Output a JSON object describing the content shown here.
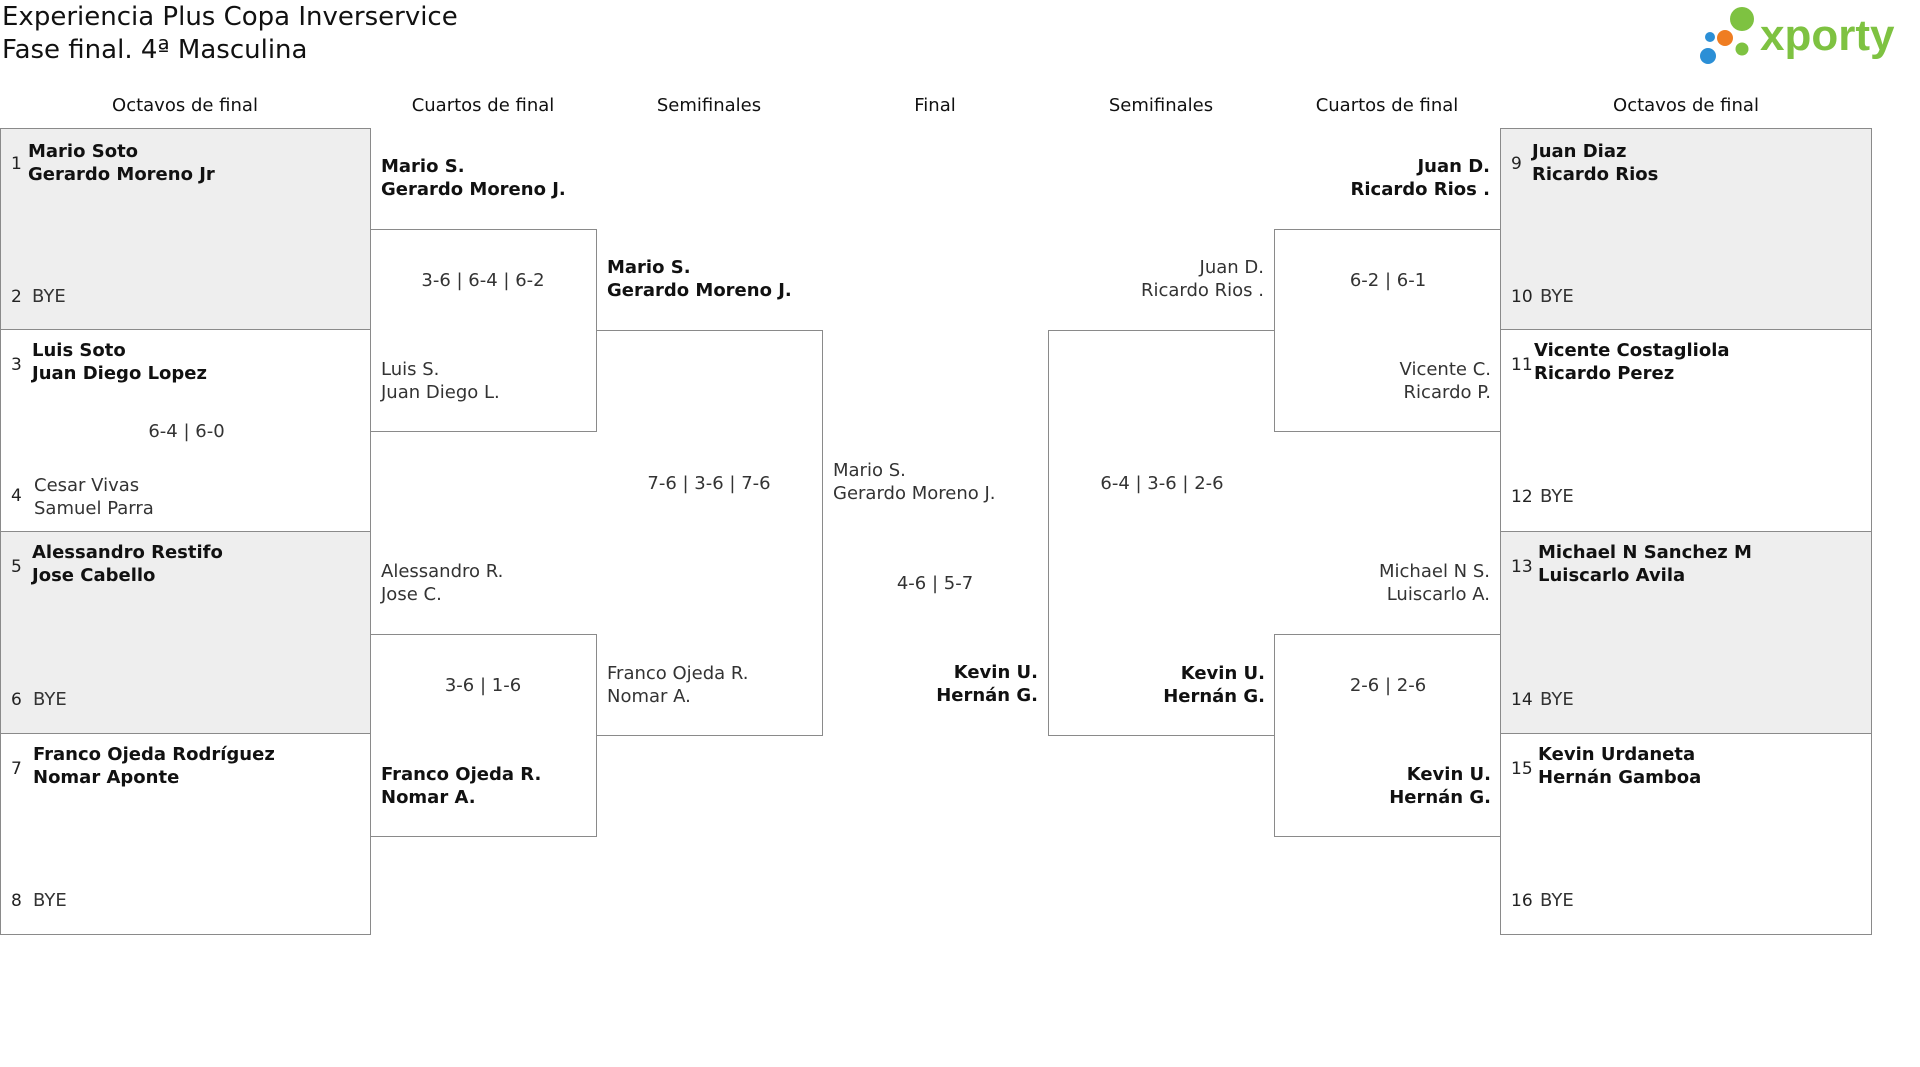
{
  "title": {
    "line1": "Experiencia Plus Copa Inverservice",
    "line2": "Fase final. 4ª Masculina"
  },
  "logo": {
    "text": "xporty",
    "colors": {
      "green": "#7ec241",
      "blue": "#2b8fd6",
      "orange": "#ef7d22"
    }
  },
  "headers": {
    "left_r16": "Octavos de final",
    "left_qf": "Cuartos de final",
    "left_sf": "Semifinales",
    "final": "Final",
    "right_sf": "Semifinales",
    "right_qf": "Cuartos de final",
    "right_r16": "Octavos de final"
  },
  "r16_left": [
    {
      "seed_a": "1",
      "a1": "Mario Soto",
      "a2": "Gerardo Moreno Jr",
      "seed_b": "2",
      "b1": "BYE",
      "b2": "",
      "score": ""
    },
    {
      "seed_a": "3",
      "a1": "Luis Soto",
      "a2": "Juan Diego Lopez",
      "seed_b": "4",
      "b1": "Cesar Vivas",
      "b2": "Samuel Parra",
      "score": "6-4 | 6-0"
    },
    {
      "seed_a": "5",
      "a1": "Alessandro Restifo",
      "a2": "Jose Cabello",
      "seed_b": "6",
      "b1": "BYE",
      "b2": "",
      "score": ""
    },
    {
      "seed_a": "7",
      "a1": "Franco Ojeda Rodríguez",
      "a2": "Nomar Aponte",
      "seed_b": "8",
      "b1": "BYE",
      "b2": "",
      "score": ""
    }
  ],
  "r16_right": [
    {
      "seed_a": "9",
      "a1": "Juan Diaz",
      "a2": "Ricardo Rios",
      "seed_b": "10",
      "b1": "BYE",
      "b2": "",
      "score": ""
    },
    {
      "seed_a": "11",
      "a1": "Vicente Costagliola",
      "a2": "Ricardo Perez",
      "seed_b": "12",
      "b1": "BYE",
      "b2": "",
      "score": ""
    },
    {
      "seed_a": "13",
      "a1": "Michael N Sanchez M",
      "a2": "Luiscarlo Avila",
      "seed_b": "14",
      "b1": "BYE",
      "b2": "",
      "score": ""
    },
    {
      "seed_a": "15",
      "a1": "Kevin Urdaneta",
      "a2": "Hernán Gamboa",
      "seed_b": "16",
      "b1": "BYE",
      "b2": "",
      "score": ""
    }
  ],
  "qf_left": [
    {
      "a1": "Mario S.",
      "a2": "Gerardo Moreno J.",
      "b1": "Luis S.",
      "b2": "Juan Diego L.",
      "score": "3-6 | 6-4 | 6-2",
      "winner": "a"
    },
    {
      "a1": "Alessandro R.",
      "a2": "Jose C.",
      "b1": "Franco Ojeda R.",
      "b2": "Nomar A.",
      "score": "3-6 | 1-6",
      "winner": "b"
    }
  ],
  "qf_right": [
    {
      "a1": "Juan D.",
      "a2": "Ricardo Rios .",
      "b1": "Vicente C.",
      "b2": "Ricardo P.",
      "score": "6-2 | 6-1",
      "winner": "a"
    },
    {
      "a1": "Michael N S.",
      "a2": "Luiscarlo A.",
      "b1": "Kevin U.",
      "b2": "Hernán G.",
      "score": "2-6 | 2-6",
      "winner": "b"
    }
  ],
  "sf_left": {
    "a1": "Mario S.",
    "a2": "Gerardo Moreno J.",
    "b1": "Franco Ojeda R.",
    "b2": "Nomar A.",
    "score": "7-6 | 3-6 | 7-6",
    "winner": "a"
  },
  "sf_right": {
    "a1": "Juan D.",
    "a2": "Ricardo Rios .",
    "b1": "Kevin U.",
    "b2": "Hernán G.",
    "score": "6-4 | 3-6 | 2-6",
    "winner": "b"
  },
  "final": {
    "a1": "Mario S.",
    "a2": "Gerardo Moreno J.",
    "b1": "Kevin U.",
    "b2": "Hernán G.",
    "score": "4-6 | 5-7",
    "winner": "b"
  }
}
